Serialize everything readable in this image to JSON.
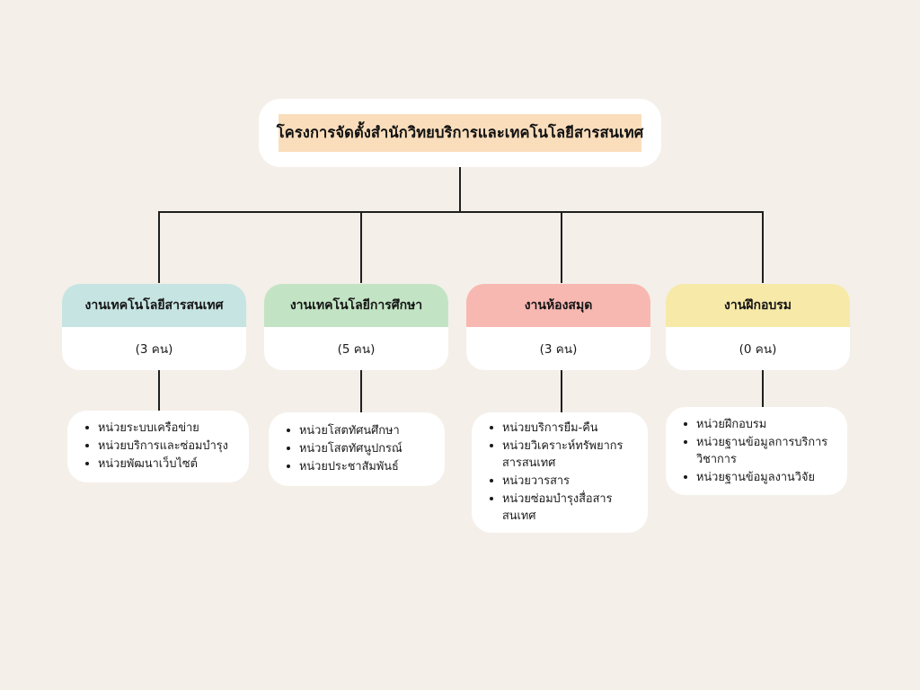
{
  "page": {
    "background_color": "#F4EFE9",
    "title": "โครงการจัดตั้งสำนักวิทยบริการและเทคโนโลยีสารสนเทศ"
  },
  "root": {
    "label": "โครงการจัดตั้งสำนักวิทยบริการและเทคโนโลยีสารสนเทศ",
    "band_color": "#FADEBC",
    "card_color": "#FFFFFF"
  },
  "departments": [
    {
      "name": "งานเทคโนโลยีสารสนเทศ",
      "count": "(3 คน)",
      "header_color": "#C6E4E2",
      "units": [
        "หน่วยระบบเครือข่าย",
        "หน่วยบริการและซ่อมบำรุง",
        "หน่วยพัฒนาเว็บไซต์"
      ]
    },
    {
      "name": "งานเทคโนโลยีการศึกษา",
      "count": "(5 คน)",
      "header_color": "#C3E4C4",
      "units": [
        "หน่วยโสตทัศนศึกษา",
        "หน่วยโสตทัศนูปกรณ์",
        "หน่วยประชาสัมพันธ์"
      ]
    },
    {
      "name": "งานห้องสมุด",
      "count": "(3 คน)",
      "header_color": "#F8B8B2",
      "units": [
        "หน่วยบริการยืม-คืน",
        "หน่วยวิเคราะห์ทรัพยากรสารสนเทศ",
        "หน่วยวารสาร",
        "หน่วยซ่อมบำรุงสื่อสารสนเทศ"
      ]
    },
    {
      "name": "งานฝึกอบรม",
      "count": "(0 คน)",
      "header_color": "#F7E9A8",
      "units": [
        "หน่วยฝึกอบรม",
        "หน่วยฐานข้อมูลการบริการวิชาการ",
        "หน่วยฐานข้อมูลงานวิจัย"
      ]
    }
  ],
  "connectors": {
    "line_color": "#1f1f1f"
  }
}
